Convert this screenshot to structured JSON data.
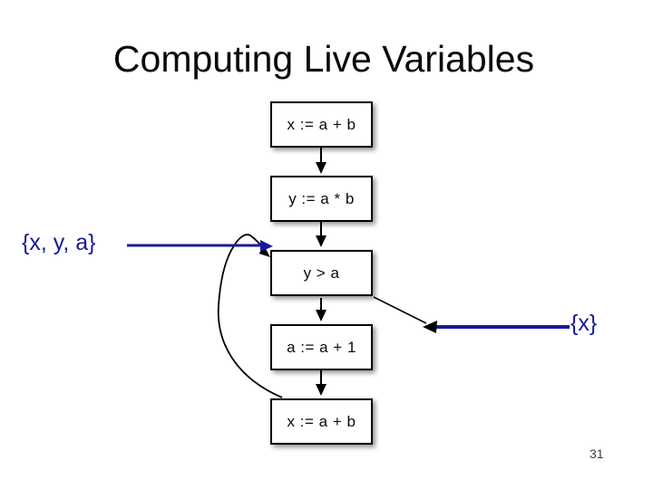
{
  "slide": {
    "title": "Computing Live Variables",
    "page_number": "31"
  },
  "colors": {
    "annotation": "#1a1a99",
    "edge": "#000000",
    "box_border": "#000000",
    "box_fill": "#ffffff",
    "background": "#ffffff",
    "page_number": "#3a3a3a"
  },
  "diagram": {
    "type": "control-flow-graph",
    "nodes": [
      {
        "id": "b1",
        "label": "x := a + b"
      },
      {
        "id": "b2",
        "label": "y := a * b"
      },
      {
        "id": "b3",
        "label": "y > a"
      },
      {
        "id": "b4",
        "label": "a := a + 1"
      },
      {
        "id": "b5",
        "label": "x := a + b"
      }
    ],
    "edges": [
      {
        "from": "b1",
        "to": "b2",
        "style": "straight-down-arrow"
      },
      {
        "from": "b2",
        "to": "b3",
        "style": "straight-down-arrow"
      },
      {
        "from": "b3",
        "to": "b4",
        "style": "straight-down-arrow"
      },
      {
        "from": "b4",
        "to": "b5",
        "style": "straight-down-arrow"
      },
      {
        "from": "b5",
        "to": "b3",
        "style": "curved-loopback-left"
      },
      {
        "from": "b3",
        "to": "exit",
        "style": "diagonal-down-right"
      }
    ],
    "annotations": [
      {
        "text": "{x, y, a}",
        "side": "left",
        "points_to": "entry of y > a"
      },
      {
        "text": "{x}",
        "side": "right",
        "points_to": "exit edge of y > a"
      }
    ]
  }
}
